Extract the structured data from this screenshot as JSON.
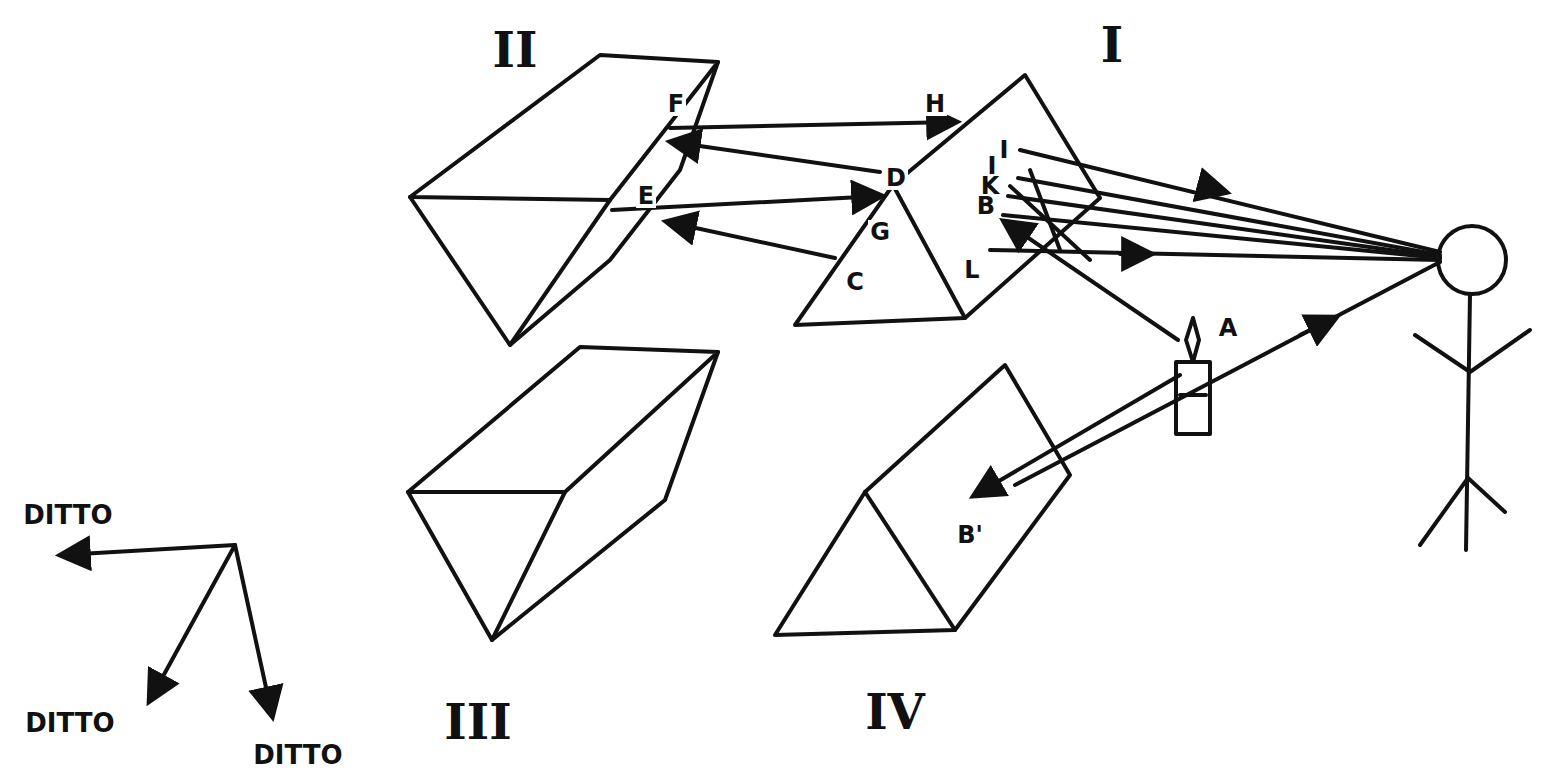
{
  "diagram": {
    "labels": [
      "II",
      "I",
      "III",
      "IV",
      "F",
      "E",
      "H",
      "D",
      "G",
      "C",
      "I",
      "J",
      "K",
      "B",
      "L",
      "A",
      "B'",
      "DITTO",
      "DITTO",
      "DITTO"
    ]
  }
}
